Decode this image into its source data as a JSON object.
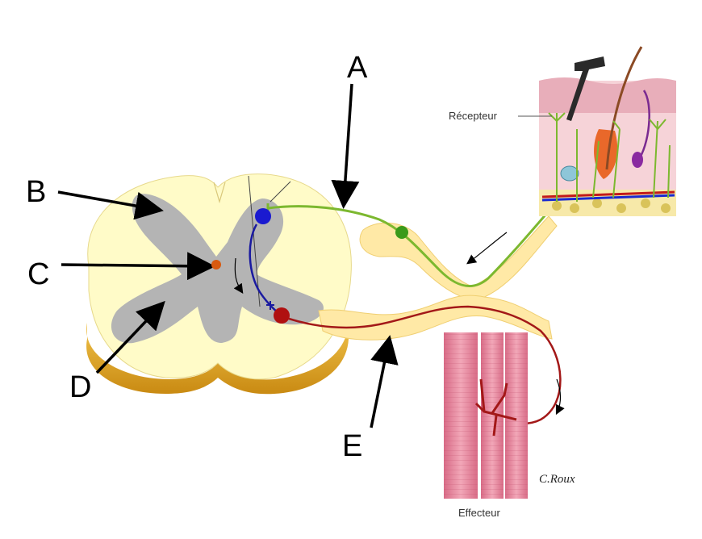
{
  "labels": {
    "a": "A",
    "b": "B",
    "c": "C",
    "d": "D",
    "e": "E"
  },
  "captions": {
    "receptor": "Récepteur",
    "effector": "Effecteur"
  },
  "signature": "C.Roux",
  "colors": {
    "white_matter": "#fffbc8",
    "gray_matter": "#b4b4b4",
    "nerve_sheath": "#ffe9a6",
    "sensory_neuron": "#7cb82f",
    "interneuron": "#1a1aa0",
    "motor_neuron": "#a31818",
    "muscle": "#e48aa0",
    "skin": "#f6d3d8"
  }
}
